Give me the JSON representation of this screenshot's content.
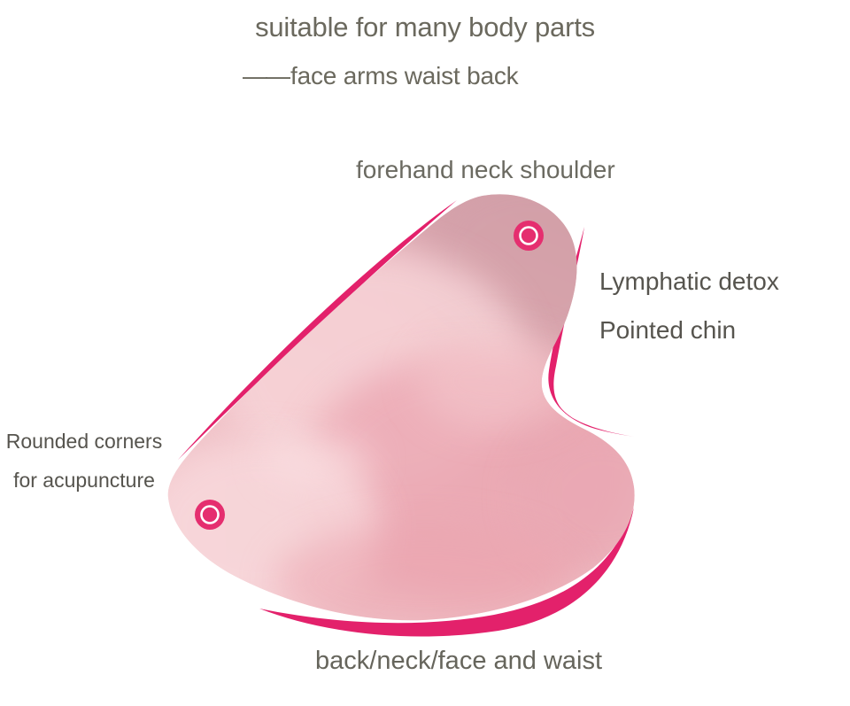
{
  "colors": {
    "accent": "#e3216b",
    "marker": "#e52e6f",
    "text-main": "#6b695e",
    "text-dark": "#56544e",
    "bg": "#ffffff"
  },
  "headline": {
    "title": "suitable for many body parts",
    "subtitle_dash": "——",
    "subtitle": "face arms waist back"
  },
  "annotations": {
    "top": "forehand neck shoulder",
    "right_1": "Lymphatic detox",
    "right_2": "Pointed chin",
    "left_line_1": "Rounded corners",
    "left_line_2": "for acupuncture",
    "bottom": "back/neck/face and waist"
  },
  "illustration": {
    "subject": "rose-quartz-gua-sha-heart-shaped-scraping-board",
    "stone_base_color": "#efbac1",
    "stone_dusty_color": "#d3a0a9",
    "stone_highlight_color": "#f8d8db",
    "stone_salmon_color": "#eaa2ae",
    "acupoint_markers_count": "2"
  }
}
